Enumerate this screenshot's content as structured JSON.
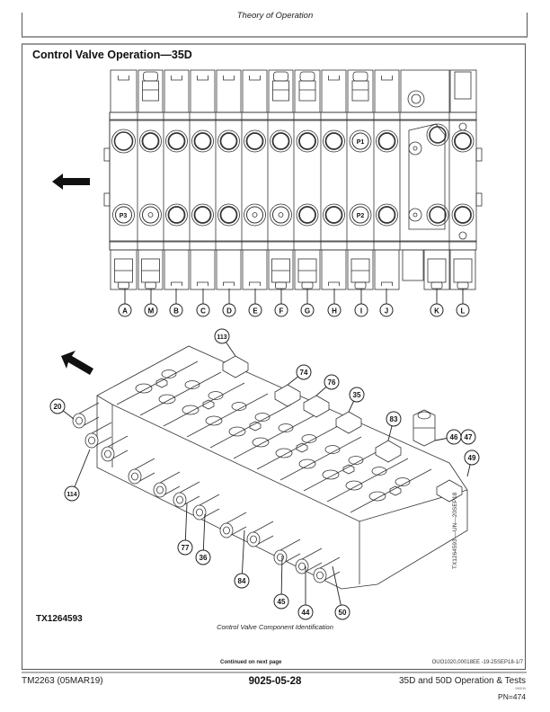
{
  "header": {
    "title": "Theory of Operation"
  },
  "section": {
    "title": "Control Valve Operation—35D"
  },
  "top_view": {
    "direction_icon": "arrow-left-icon",
    "port_labels": [
      "P3",
      "P1",
      "P2"
    ],
    "callouts": [
      "A",
      "M",
      "B",
      "C",
      "D",
      "E",
      "F",
      "G",
      "H",
      "I",
      "J",
      "K",
      "L"
    ]
  },
  "iso_view": {
    "direction_icon": "arrow-up-left-icon",
    "callouts": [
      "113",
      "74",
      "76",
      "35",
      "83",
      "46",
      "47",
      "49",
      "20",
      "114",
      "77",
      "36",
      "84",
      "45",
      "44",
      "50"
    ]
  },
  "figure": {
    "id": "TX1264593",
    "caption": "Control Valve Component Identification",
    "vertical_id": "TX1264593 —UN—20SEP18"
  },
  "continued": "Continued on next page",
  "doc_code": "OUO1020,00018EE -19-25SEP18-1/7",
  "footer": {
    "manual": "TM2263 (05MAR19)",
    "page_code": "9025-05-28",
    "book_title": "35D and 50D Operation & Tests",
    "tiny_code": "090519",
    "pn": "PN=474"
  }
}
